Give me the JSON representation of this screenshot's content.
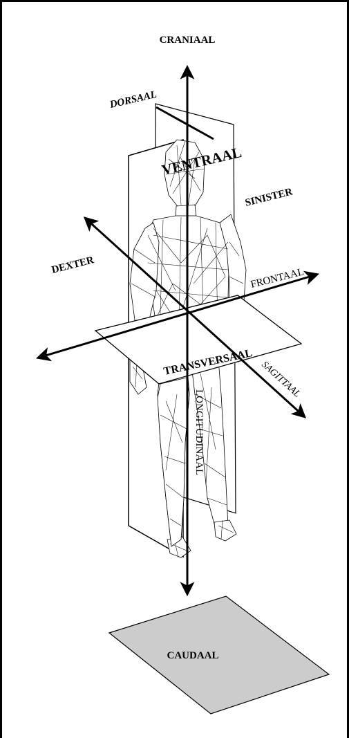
{
  "labels": {
    "craniaal": "CRANIAAL",
    "caudaal": "CAUDAAL",
    "dorsaal": "DORSAAL",
    "ventraal": "VENTRAAL",
    "sinister": "SINISTER",
    "dexter": "DEXTER",
    "frontaal": "FRONTAAL",
    "transversaal": "TRANSVERSAAL",
    "sagittaal": "SAGITTAAL",
    "longitudinaal": "LONGITUDINAAL"
  },
  "colors": {
    "ink": "#000000",
    "plane_fill": "#ffffff",
    "floor_fill": "#cccccc"
  }
}
